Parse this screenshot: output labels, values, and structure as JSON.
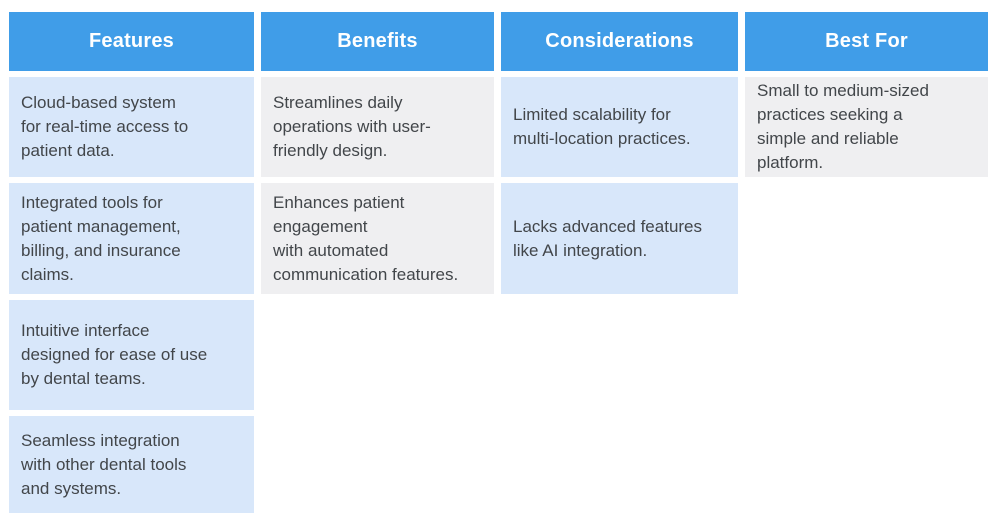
{
  "colors": {
    "page_bg": "#FFFFFF",
    "header_bg": "#409DE8",
    "header_text": "#FFFFFF",
    "cell_blue": "#D8E7FA",
    "cell_gray": "#EFEFF1",
    "body_text": "#42464A"
  },
  "chart_data": {
    "type": "table",
    "legend_position": "none",
    "grid": "off",
    "headers": [
      "Features",
      "Benefits",
      "Considerations",
      "Best For"
    ],
    "rows": [
      [
        "Cloud-based system\nfor real-time access to\npatient data.",
        "Streamlines daily\noperations with user-\nfriendly design.",
        "Limited scalability for\nmulti-location practices.",
        "Small to medium-sized\npractices seeking a\nsimple and reliable\nplatform."
      ],
      [
        "Integrated tools for\npatient management,\nbilling, and insurance\nclaims.",
        "Enhances patient\nengagement\nwith automated\ncommunication features.",
        "Lacks advanced features\nlike AI integration.",
        ""
      ],
      [
        "Intuitive interface\ndesigned for ease of use\nby dental teams.",
        "",
        "",
        ""
      ],
      [
        "Seamless integration\nwith other dental tools\nand systems.",
        "",
        "",
        ""
      ]
    ]
  }
}
